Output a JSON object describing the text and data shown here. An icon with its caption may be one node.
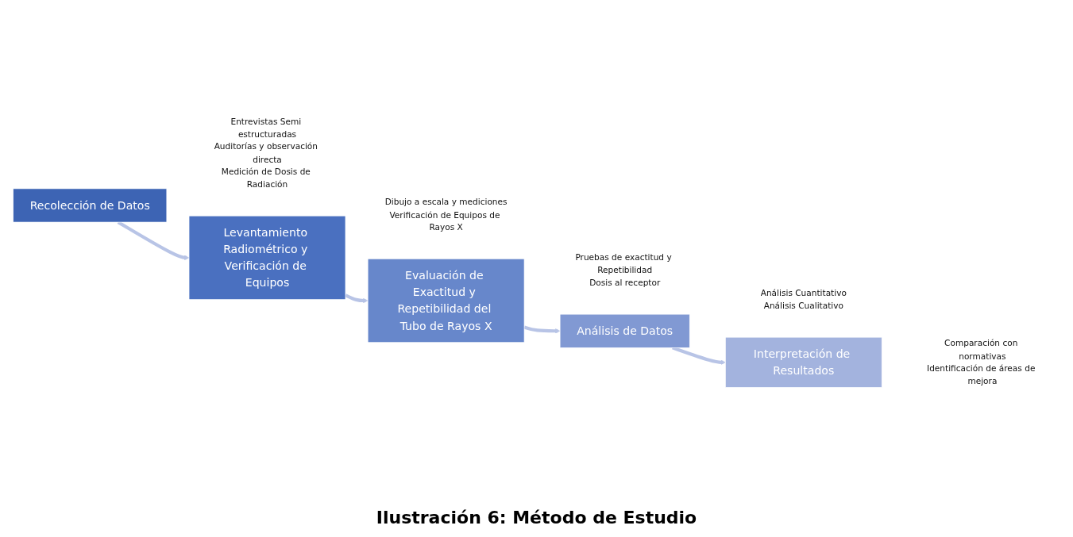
{
  "diagram": {
    "caption": "Ilustración 6: Método de Estudio",
    "nodes": [
      {
        "text": [
          "Recolección de Datos"
        ],
        "beside": [
          "Entrevistas Semi estructuradas",
          "Auditorías y observación directa",
          "Medición de Dosis de Radiación"
        ]
      },
      {
        "text": [
          "Levantamiento Radiométrico y Verificación de Equipos"
        ],
        "beside": [
          "Dibujo a escala y mediciones",
          "Verificación de Equipos de Rayos X"
        ]
      },
      {
        "text": [
          "Evaluación de Exactitud y Repetibilidad del Tubo de Rayos X"
        ],
        "beside": [
          "Pruebas de exactitud y Repetibilidad",
          "Dosis al receptor"
        ]
      },
      {
        "text": [
          "Análisis de Datos"
        ],
        "beside": [
          "Análisis Cuantitativo",
          "Análisis Cualitativo"
        ]
      },
      {
        "text": [
          "Interpretación de Resultados"
        ],
        "beside": [
          "Comparación con normativas",
          "Identificación de áreas de mejora"
        ]
      }
    ],
    "edges": [
      {
        "from": 0,
        "to": 1,
        "arrow": "to"
      },
      {
        "from": 1,
        "to": 2,
        "arrow": "to"
      },
      {
        "from": 2,
        "to": 3,
        "arrow": "to"
      },
      {
        "from": 3,
        "to": 4,
        "arrow": "to"
      }
    ]
  }
}
